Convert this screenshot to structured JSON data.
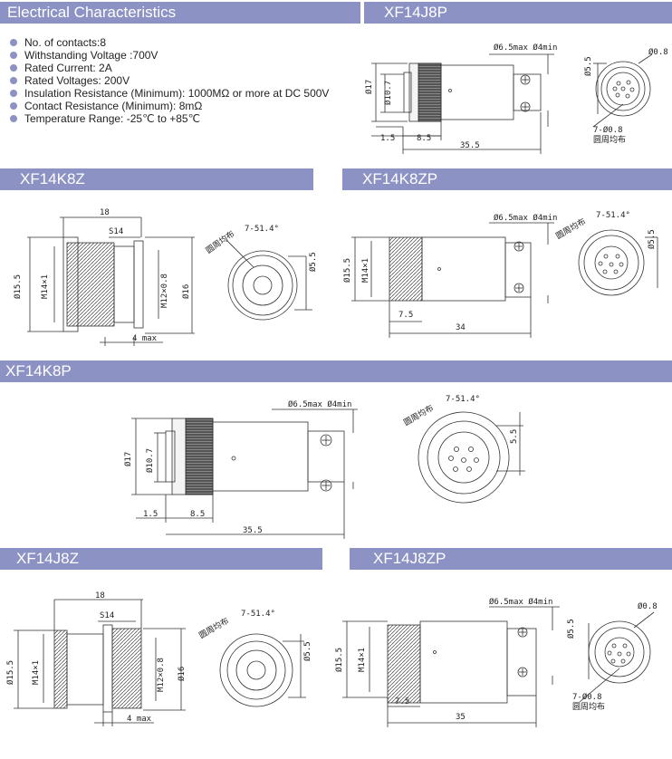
{
  "headers": {
    "electrical": "Electrical Characteristics",
    "xf14j8p": "XF14J8P",
    "xf14k8z": "XF14K8Z",
    "xf14k8zp": "XF14K8ZP",
    "xf14k8p": "XF14K8P",
    "xf14j8z": "XF14J8Z",
    "xf14j8zp": "XF14J8ZP"
  },
  "specs": [
    "No. of contacts:8",
    "Withstanding Voltage :700V",
    "Rated Current: 2A",
    "Rated Voltages: 200V",
    "Insulation Resistance (Minimum): 1000MΩ or more at DC 500V",
    "Contact Resistance (Minimum): 8mΩ",
    "Temperature Range: -25℃ to +85℃"
  ],
  "labels": {
    "cable_range": "Ø6.5max Ø4min",
    "d17": "Ø17",
    "d10_7": "Ø10.7",
    "d0_8": "Ø0.8",
    "d5_5": "Ø5.5",
    "pins_7_08": "7-Ø0.8",
    "even_dist": "圆周均布",
    "d1_5": "1.5",
    "d8_5": "8.5",
    "d35_5": "35.5",
    "d18": "18",
    "s14": "S14",
    "d15_5": "Ø15.5",
    "m14": "M14×1",
    "m12": "M12×0.8",
    "d16": "Ø16",
    "four_max": "4 max",
    "angle": "7-51.4°",
    "d7_5": "7.5",
    "d34": "34",
    "d35": "35",
    "d5_5_plain": "5.5"
  },
  "colors": {
    "header_bg": "#8c93c4",
    "bullet": "#8c93c4"
  }
}
